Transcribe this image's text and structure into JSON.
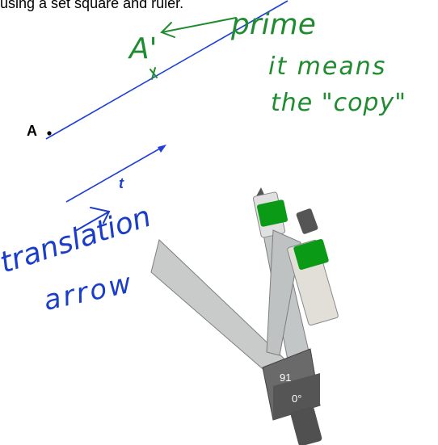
{
  "header": {
    "instruction_text": "using a set square and ruler."
  },
  "points": {
    "a_label": "A",
    "a_prime_label": "A'"
  },
  "vector": {
    "label": "t"
  },
  "annotations": {
    "prime_word": "prime",
    "means_line1": "it means",
    "means_line2": "the \"copy\"",
    "translation_line1": "translation",
    "translation_line2": "arrow"
  },
  "compass": {
    "readout_top": "91",
    "readout_bottom": "0°"
  },
  "colors": {
    "line_blue": "#1f3fd6",
    "ink_green": "#1e8c2f",
    "ink_blue": "#1b3ec9",
    "compass_green": "#0a9a16",
    "compass_metal": "#c9cbcb"
  }
}
